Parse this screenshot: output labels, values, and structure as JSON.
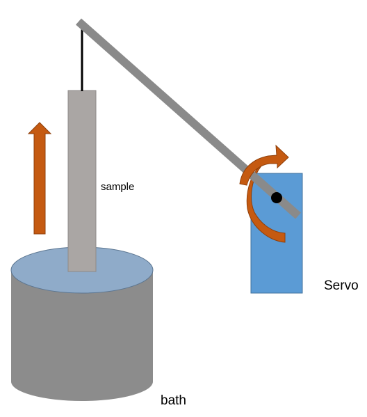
{
  "labels": {
    "sample": "sample",
    "servo": "Servo",
    "bath": "bath"
  },
  "colors": {
    "bath_body": "#8c8c8c",
    "bath_liquid": "#8fabc9",
    "bath_outline": "#5b7590",
    "sample": "#aaa6a4",
    "arm": "#8a8a8a",
    "string": "#000000",
    "servo": "#5b9bd5",
    "servo_outline": "#41719c",
    "pivot": "#000000",
    "arrow": "#c55a11",
    "arrow_outline": "#8f3f0a"
  },
  "icons": {
    "up_arrow": "arrow-up-icon",
    "rotation_arrow": "curved-rotation-arrow-icon"
  }
}
